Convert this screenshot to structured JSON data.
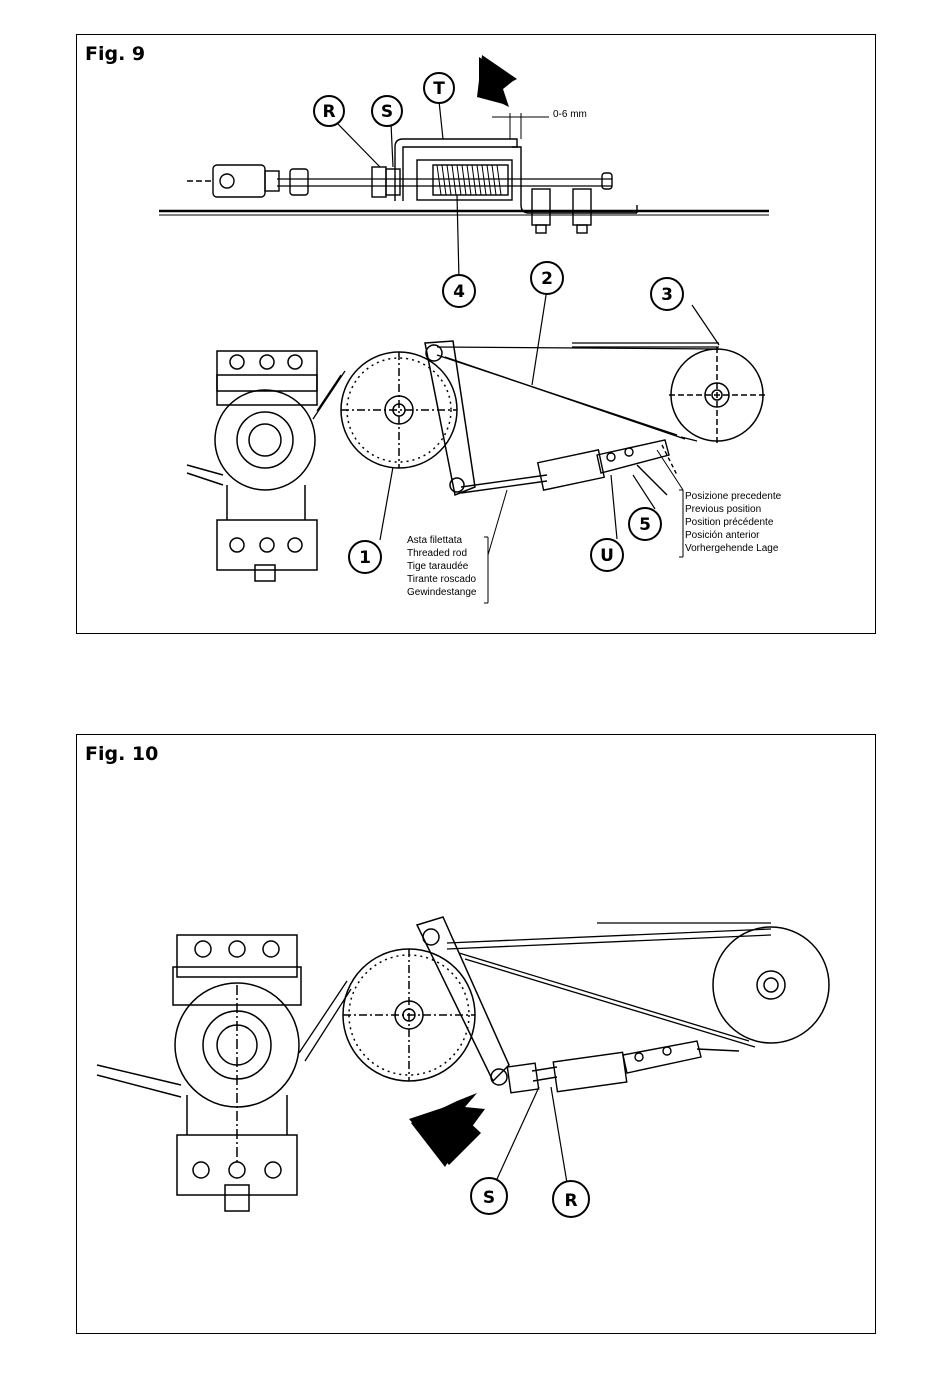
{
  "fig9": {
    "title": "Fig. 9",
    "gap_label": "0-6 mm",
    "callouts": {
      "R": "R",
      "S": "S",
      "T": "T",
      "n4": "4",
      "n2": "2",
      "n3": "3",
      "n1": "1",
      "n5": "5",
      "U": "U"
    },
    "rod_label": [
      "Asta filettata",
      "Threaded rod",
      "Tige taraudée",
      "Tirante roscado",
      "Gewindestange"
    ],
    "position_label": [
      "Posizione precedente",
      "Previous position",
      "Position précédente",
      "Posición anterior",
      "Vorhergehende Lage"
    ]
  },
  "fig10": {
    "title": "Fig. 10",
    "callouts": {
      "S": "S",
      "R": "R"
    }
  }
}
